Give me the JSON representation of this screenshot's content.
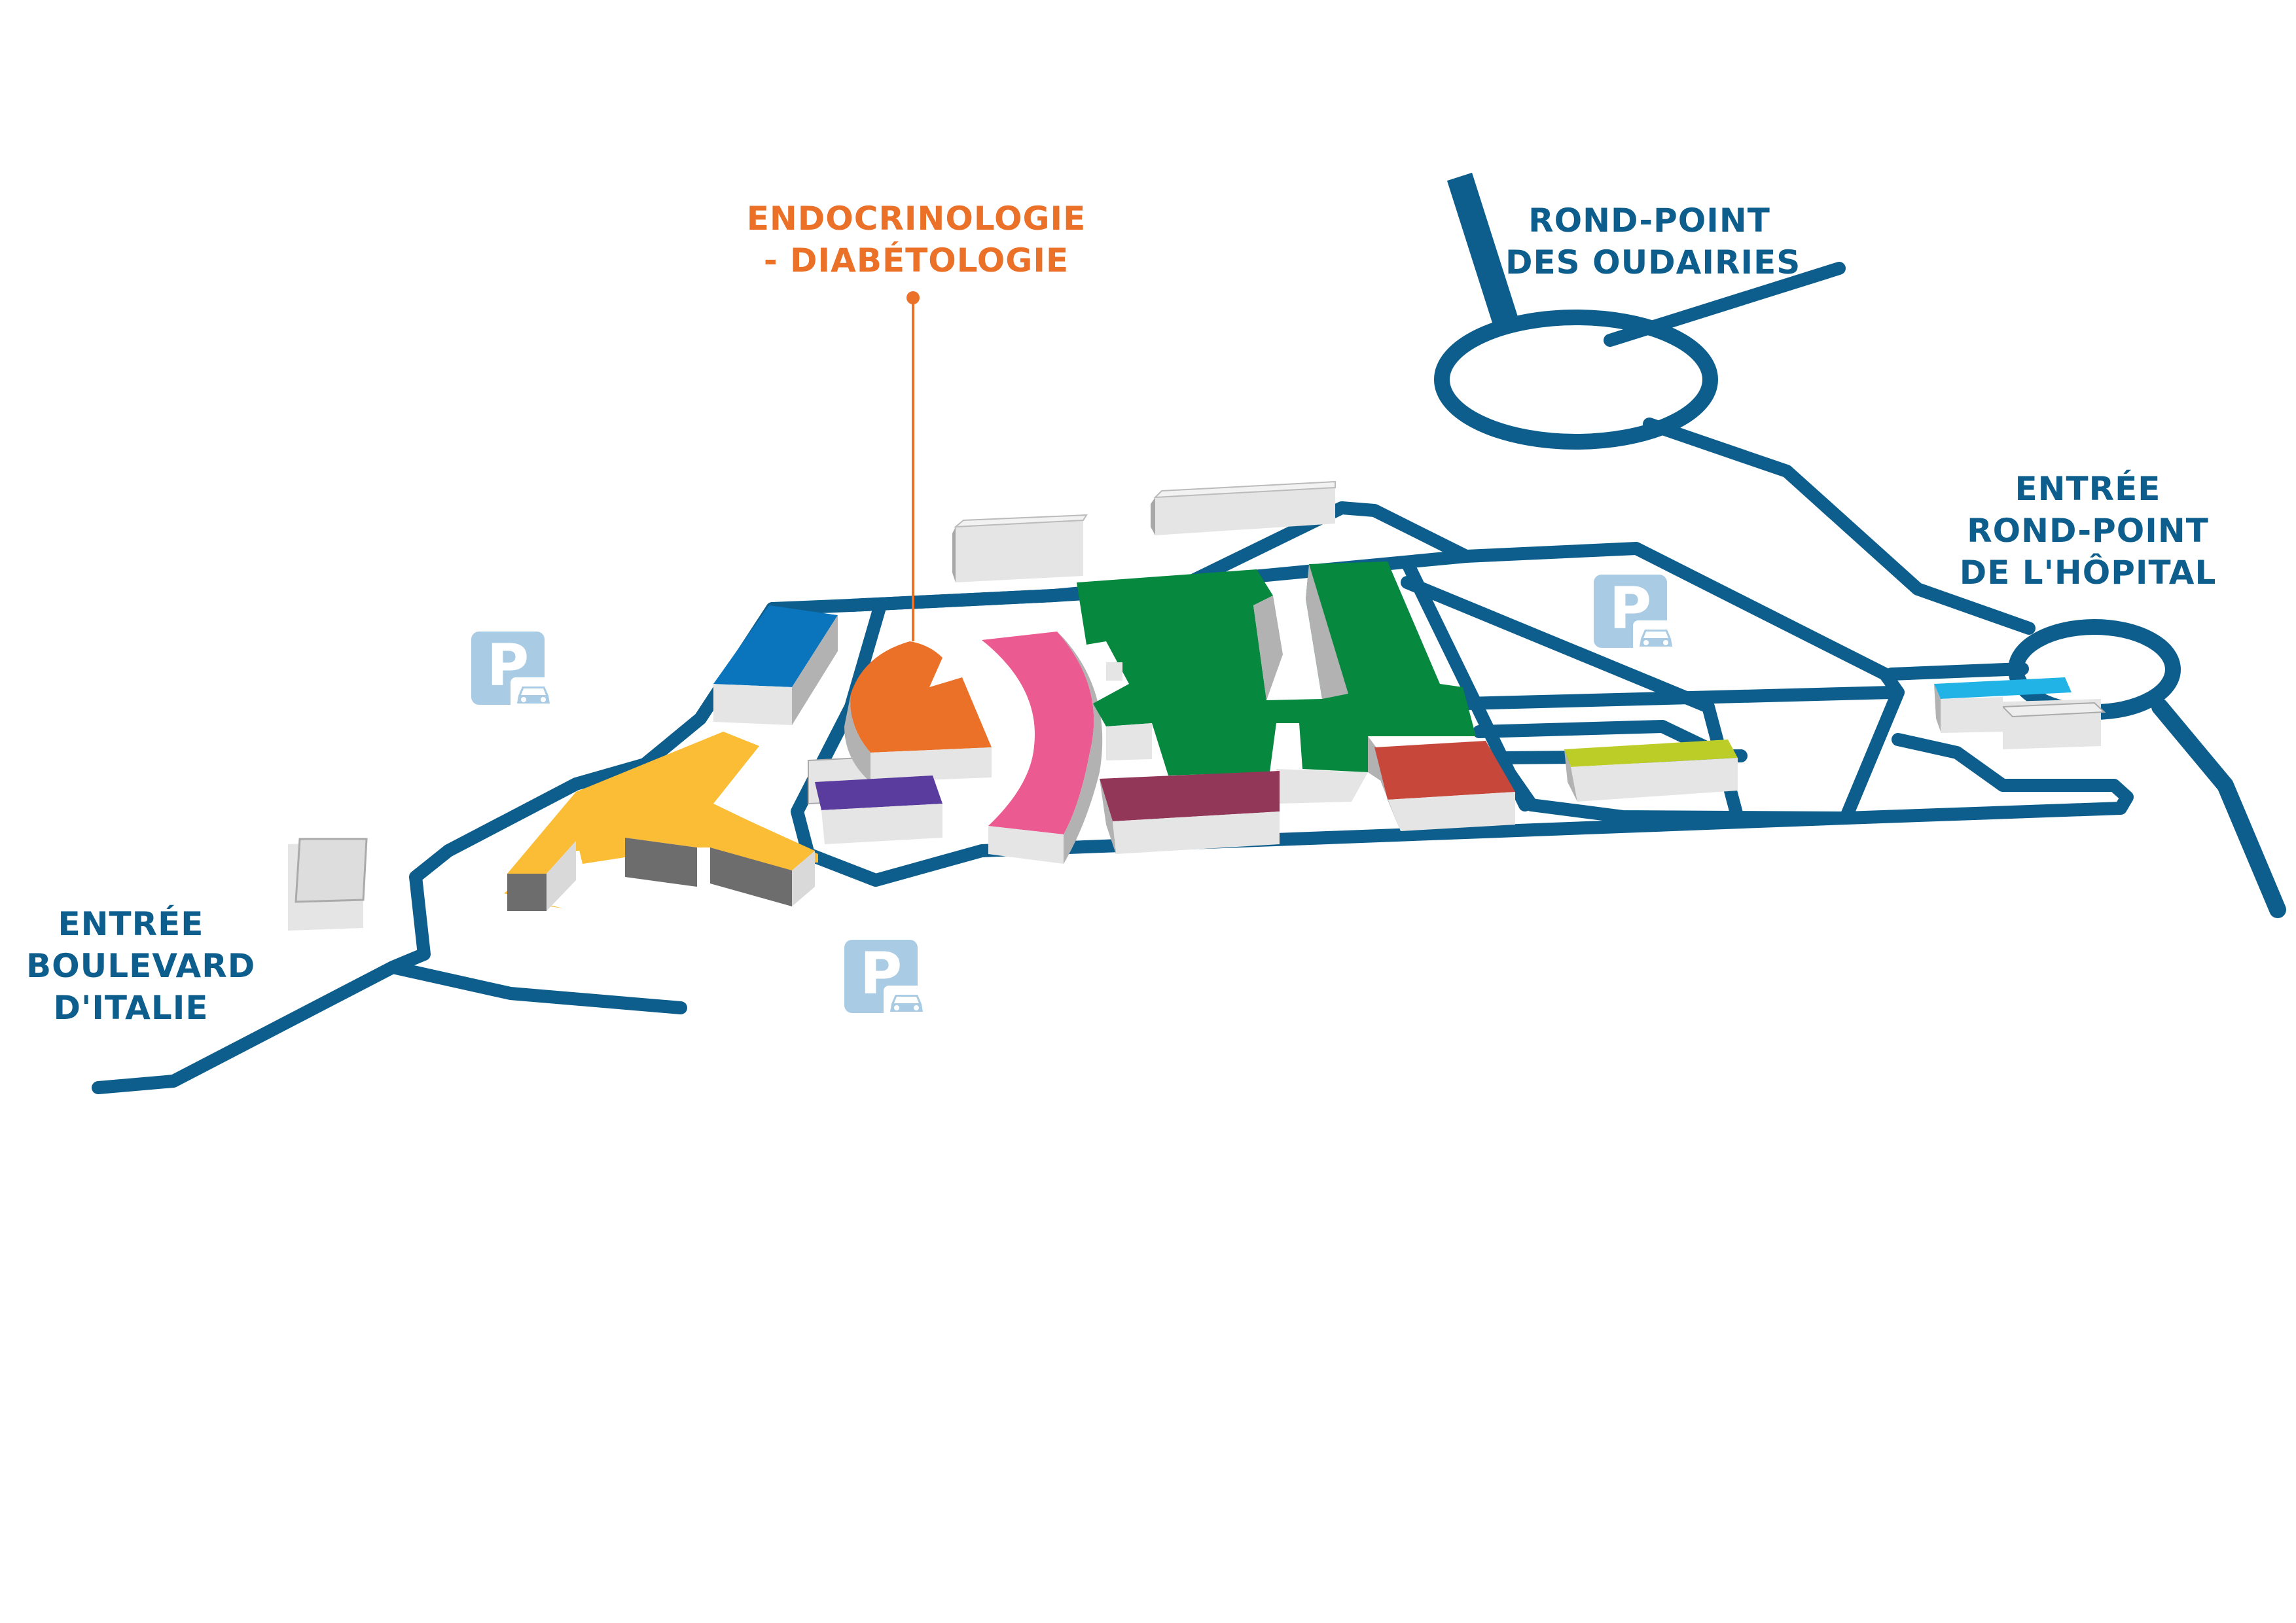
{
  "colors": {
    "road": "#0d5e8c",
    "callout": "#eb7028",
    "parking": "#a9cbe3",
    "building_neutral": "#e5e5e5"
  },
  "callout": {
    "line1": "ENDOCRINOLOGIE",
    "line2": "- DIABÉTOLOGIE"
  },
  "labels": {
    "oudairies": {
      "line1": "ROND-POINT",
      "line2": "DES OUDAIRIES"
    },
    "hopital": {
      "line1": "ENTRÉE",
      "line2": "ROND-POINT",
      "line3": "DE L'HÔPITAL"
    },
    "italie": {
      "line1": "ENTRÉE",
      "line2": "BOULEVARD",
      "line3": "D'ITALIE"
    }
  },
  "parking": {
    "letter": "P",
    "icon": "parking-car-icon"
  },
  "buildings": [
    {
      "name": "building-blue",
      "color": "#0a74bd"
    },
    {
      "name": "building-yellow",
      "color": "#fbbd35"
    },
    {
      "name": "building-orange-endocrinology",
      "color": "#eb7028"
    },
    {
      "name": "building-purple",
      "color": "#5a3b9e"
    },
    {
      "name": "building-pink",
      "color": "#eb5a91"
    },
    {
      "name": "building-green",
      "color": "#06883f"
    },
    {
      "name": "building-maroon",
      "color": "#933758"
    },
    {
      "name": "building-red",
      "color": "#c7483b"
    },
    {
      "name": "building-lime",
      "color": "#bccd27"
    },
    {
      "name": "building-cyan",
      "color": "#22b3e6"
    }
  ]
}
